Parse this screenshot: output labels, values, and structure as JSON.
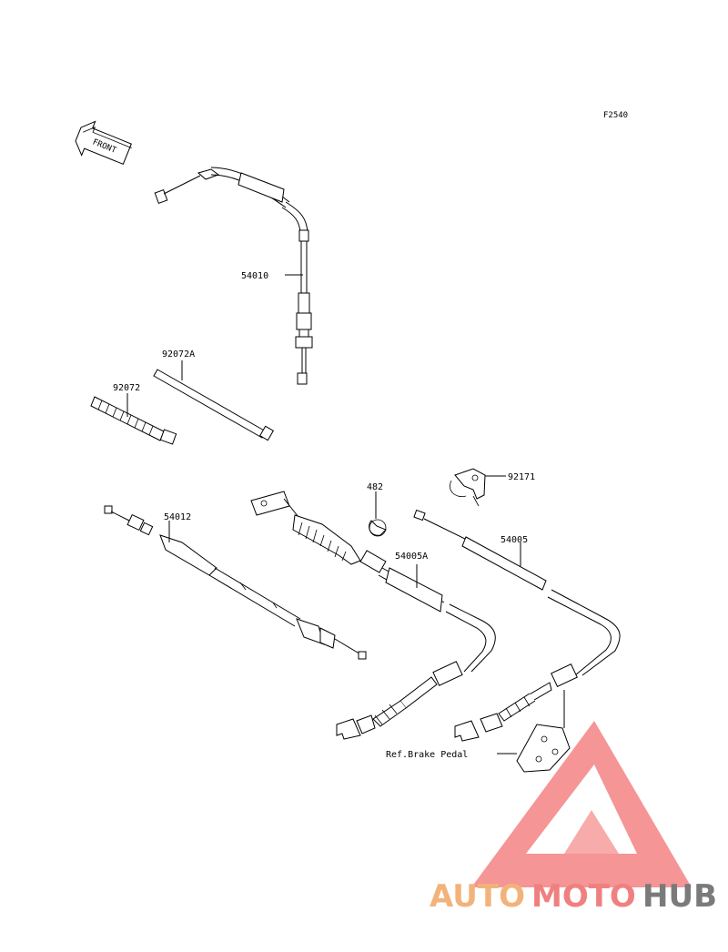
{
  "diagram_code": "F2540",
  "front_label": "FRONT",
  "parts": {
    "p54010": "54010",
    "p92072A": "92072A",
    "p92072": "92072",
    "p482": "482",
    "p92171": "92171",
    "p54012": "54012",
    "p54005A": "54005A",
    "p54005": "54005"
  },
  "ref_label": "Ref.Brake Pedal",
  "watermark": {
    "part1": "AUTO",
    "part2": "MOTO",
    "part3": "HUB",
    "color1": "#f2b37a",
    "color2": "#f08080",
    "color3": "#7a7a7a",
    "triangle_color": "#f05a5a"
  }
}
